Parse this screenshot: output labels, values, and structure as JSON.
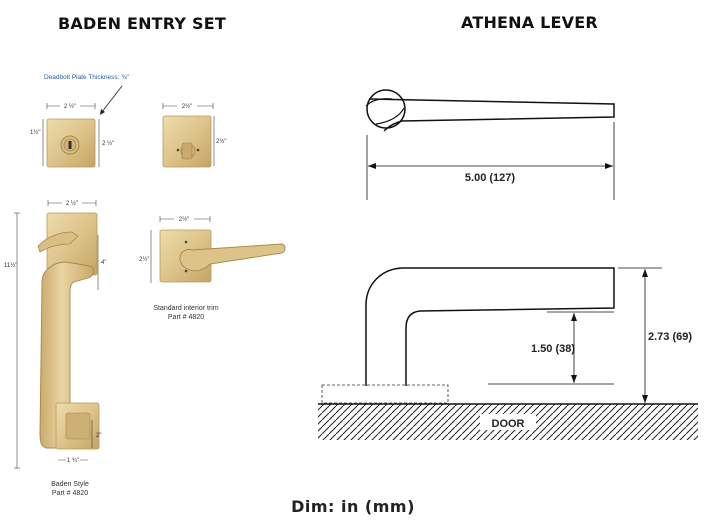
{
  "headings": {
    "left": "BADEN ENTRY SET",
    "right": "ATHENA LEVER"
  },
  "footer": "Dim: in (mm)",
  "left_panel": {
    "deadbolt_note": "Deadbolt Plate Thickness: ⅜\"",
    "deadbolt_width": "2 ½\"",
    "deadbolt_height": "2 ½\"",
    "deadbolt_center": "1½\"",
    "thumbturn_width": "2½\"",
    "thumbturn_height": "2½\"",
    "grip_width": "2 ½\"",
    "grip_height": "11½\"",
    "grip_lever_center": "4\"",
    "grip_bottom": "2\"",
    "grip_bottom_width": "1 ¾\"",
    "interior_width": "2½\"",
    "interior_height": "2½\"",
    "interior_caption_1": "Standard interior trim",
    "interior_caption_2": "Part # 4820",
    "grip_caption_1": "Baden Style",
    "grip_caption_2": "Part # 4820"
  },
  "right_panel": {
    "lever_length": "5.00 (127)",
    "lever_offset": "1.50 (38)",
    "lever_projection": "2.73 (69)",
    "door_label": "DOOR"
  },
  "colors": {
    "brass_light": "#e8d3a0",
    "brass_mid": "#d6bc80",
    "brass_dark": "#b89a5c",
    "line": "#111111"
  }
}
